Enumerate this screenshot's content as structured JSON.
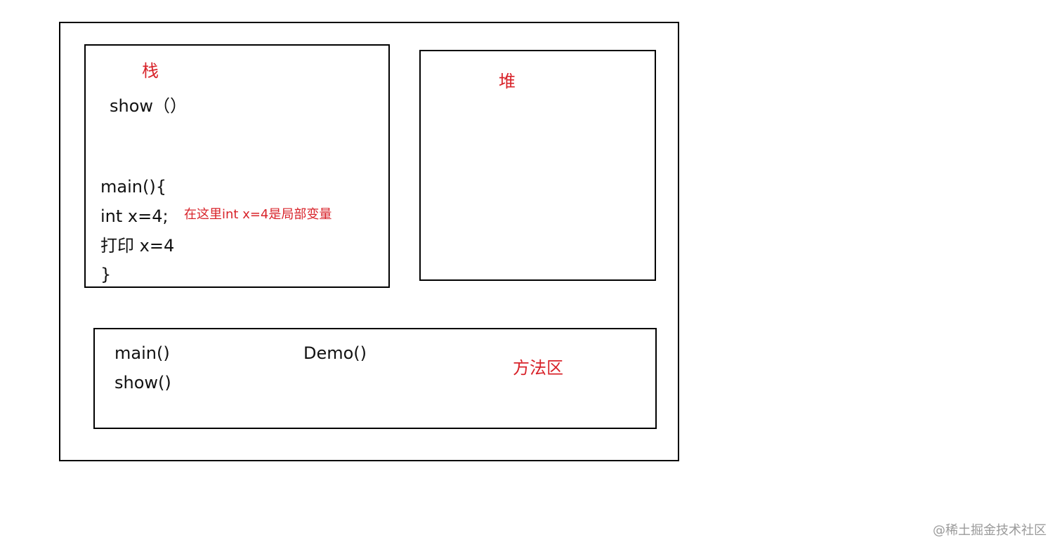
{
  "colors": {
    "label_red": "#d8232a",
    "text_black": "#111111",
    "border": "#000000",
    "watermark": "#9a9a9a"
  },
  "stack": {
    "title": "栈",
    "frame_show": "show（）",
    "main_lines": [
      "main(){",
      "int x=4;",
      "打印 x=4",
      "}"
    ],
    "note": "在这里int x=4是局部变量"
  },
  "heap": {
    "title": "堆"
  },
  "method_area": {
    "title": "方法区",
    "items": [
      "main()",
      "show()",
      "Demo()"
    ]
  },
  "watermark": "@稀土掘金技术社区"
}
